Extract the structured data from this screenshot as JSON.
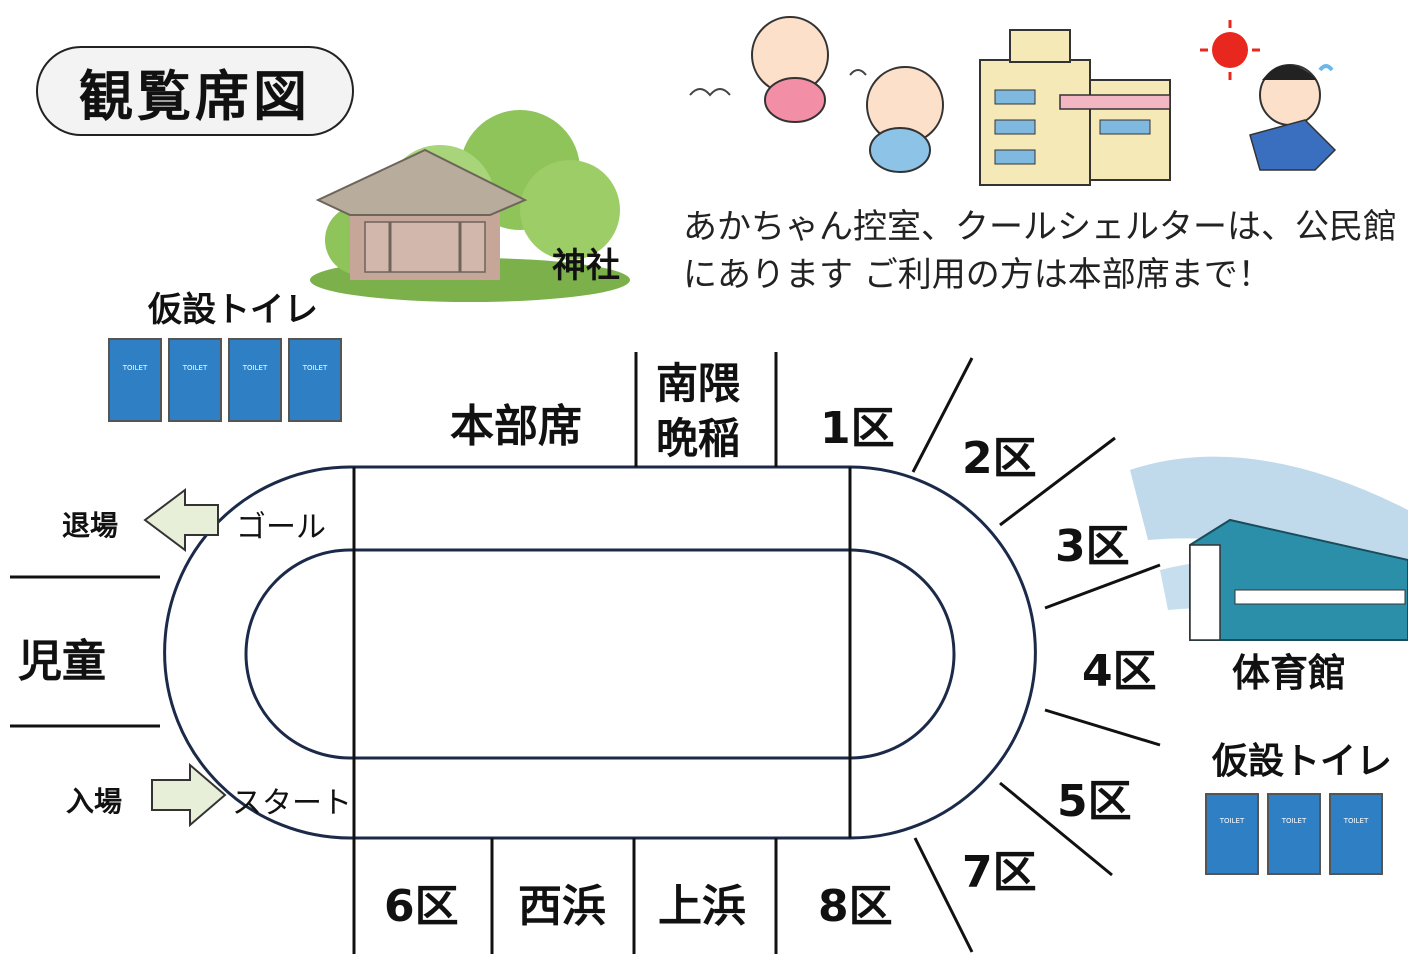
{
  "title": "観覧席図",
  "notice": {
    "line1": "あかちゃん控室、クールシェルターは、公民館",
    "line2": "にあります ご利用の方は本部席まで！"
  },
  "places": {
    "shrine": "神社",
    "toilet_top": "仮設トイレ",
    "toilet_right": "仮設トイレ",
    "gym": "体育館",
    "children": "児童"
  },
  "seats_top": {
    "honbu": "本部席",
    "nangu_1": "南隈",
    "nangu_2": "晩稲",
    "ku1": "1区"
  },
  "seats_right": {
    "ku2": "2区",
    "ku3": "3区",
    "ku4": "4区",
    "ku5": "5区",
    "ku7": "7区",
    "ku8": "8区"
  },
  "seats_bottom": {
    "ku6": "6区",
    "nishihama": "西浜",
    "kamihama": "上浜"
  },
  "track": {
    "goal": "ゴール",
    "start": "スタート",
    "exit": "退場",
    "enter": "入場"
  },
  "toilet_sign": "TOILET",
  "colors": {
    "track_line": "#1c2a4a",
    "toilet": "#2f7fc4",
    "arrow_fill": "#e8efd9",
    "tree": "#8fc45a",
    "shrine_roof": "#b8ad9c",
    "gym_wall": "#2b8fa9",
    "sky_streak": "#b9d6ea"
  }
}
